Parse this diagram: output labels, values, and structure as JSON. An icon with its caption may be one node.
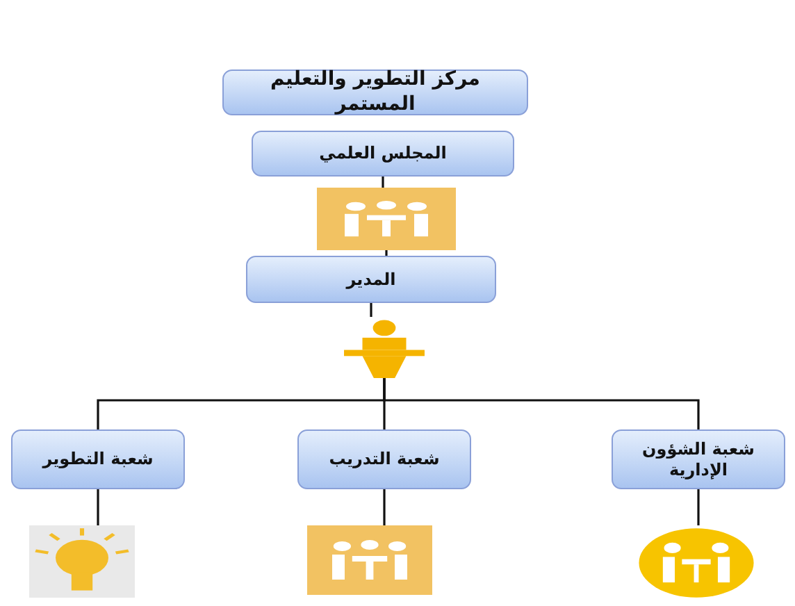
{
  "diagram": {
    "nodes": [
      {
        "text": [
          "مركز التطوير والتعليم المستمر"
        ]
      },
      {
        "text": [
          "المجلس العلمي"
        ]
      },
      {
        "text": [],
        "shape": "picture"
      },
      {
        "text": [
          "المدير"
        ]
      },
      {
        "text": [],
        "shape": "picture"
      },
      {
        "text": [
          "شعبة التطوير"
        ]
      },
      {
        "text": [
          "شعبة التدريب"
        ]
      },
      {
        "text": [
          "شعبة الشؤون الإدارية"
        ]
      },
      {
        "text": [],
        "shape": "picture"
      },
      {
        "text": [],
        "shape": "picture"
      },
      {
        "text": [],
        "shape": "picture"
      }
    ],
    "edges": [
      {
        "from": 1,
        "to": 2,
        "arrow": "none"
      },
      {
        "from": 2,
        "to": 3,
        "arrow": "none"
      },
      {
        "from": 3,
        "to": 4,
        "arrow": "none"
      },
      {
        "from": 4,
        "to": 5,
        "arrow": "none"
      },
      {
        "from": 4,
        "to": 6,
        "arrow": "none"
      },
      {
        "from": 4,
        "to": 7,
        "arrow": "none"
      },
      {
        "from": 5,
        "to": 8,
        "arrow": "none"
      },
      {
        "from": 6,
        "to": 9,
        "arrow": "none"
      },
      {
        "from": 7,
        "to": 10,
        "arrow": "none"
      }
    ]
  }
}
